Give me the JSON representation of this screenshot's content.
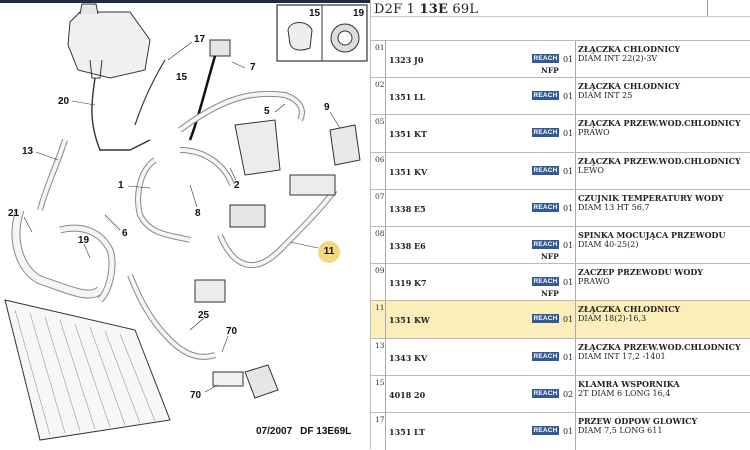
{
  "diagram": {
    "inset": {
      "left_label": "15",
      "right_label": "19"
    },
    "callouts": [
      {
        "label": "17"
      },
      {
        "label": "7"
      },
      {
        "label": "15"
      },
      {
        "label": "20"
      },
      {
        "label": "5"
      },
      {
        "label": "9"
      },
      {
        "label": "13"
      },
      {
        "label": "1"
      },
      {
        "label": "2"
      },
      {
        "label": "8"
      },
      {
        "label": "6"
      },
      {
        "label": "21"
      },
      {
        "label": "19"
      },
      {
        "label": "11"
      },
      {
        "label": "25"
      },
      {
        "label": "70"
      },
      {
        "label": "70"
      }
    ],
    "highlighted_callout": "11",
    "footer": {
      "date": "07/2007",
      "ref": "DF 13E69L"
    }
  },
  "panel": {
    "title_prefix": "D2F 1 ",
    "title_bold": "13E",
    "title_suffix": " 69L",
    "selected_row": "11",
    "rows": [
      {
        "num": "01",
        "code": "1323 J0",
        "reach": "REACH",
        "qty": "01",
        "nfp": "NFP",
        "name": "ZŁĄCZKA CHLODNICY",
        "desc": "DIAM INT 22(2)-3V"
      },
      {
        "num": "02",
        "code": "1351 LL",
        "reach": "REACH",
        "qty": "01",
        "nfp": "",
        "name": "ZŁĄCZKA CHLODNICY",
        "desc": "DIAM INT 25"
      },
      {
        "num": "05",
        "code": "1351 KT",
        "reach": "REACH",
        "qty": "01",
        "nfp": "",
        "name": "ZŁĄCZKA PRZEW.WOD.CHLODNICY",
        "desc": "PRAWO"
      },
      {
        "num": "06",
        "code": "1351 KV",
        "reach": "REACH",
        "qty": "01",
        "nfp": "",
        "name": "ZŁĄCZKA PRZEW.WOD.CHLODNICY",
        "desc": "LEWO"
      },
      {
        "num": "07",
        "code": "1338 E5",
        "reach": "REACH",
        "qty": "01",
        "nfp": "",
        "name": "CZUJNIK TEMPERATURY WODY",
        "desc": "DIAM 13 HT 56,7"
      },
      {
        "num": "08",
        "code": "1338 E6",
        "reach": "REACH",
        "qty": "01",
        "nfp": "NFP",
        "name": "SPINKA MOCUJĄCA PRZEWODU",
        "desc": "DIAM 40-25(2)"
      },
      {
        "num": "09",
        "code": "1319 K7",
        "reach": "REACH",
        "qty": "01",
        "nfp": "NFP",
        "name": "ZACZEP PRZEWODU WODY",
        "desc": "PRAWO"
      },
      {
        "num": "11",
        "code": "1351 KW",
        "reach": "REACH",
        "qty": "01",
        "nfp": "",
        "name": "ZŁĄCZKA CHLODNICY",
        "desc": "DIAM 18(2)-16,3"
      },
      {
        "num": "13",
        "code": "1343 KV",
        "reach": "REACH",
        "qty": "01",
        "nfp": "",
        "name": "ZŁĄCZKA PRZEW.WOD.CHLODNICY",
        "desc": "DIAM INT 17,2 -1401"
      },
      {
        "num": "15",
        "code": "4018 20",
        "reach": "REACH",
        "qty": "02",
        "nfp": "",
        "name": "KLAMRA WSPORNIKA",
        "desc": "2T DIAM 6 LONG 16,4"
      },
      {
        "num": "17",
        "code": "1351 LT",
        "reach": "REACH",
        "qty": "01",
        "nfp": "",
        "name": "PRZEW ODPOW GLOWICY",
        "desc": "DIAM 7,5 LONG 611"
      }
    ]
  },
  "colors": {
    "reach_badge": "#335a94",
    "selected_row": "#fbeebb",
    "highlight_callout": "#f4d780"
  }
}
